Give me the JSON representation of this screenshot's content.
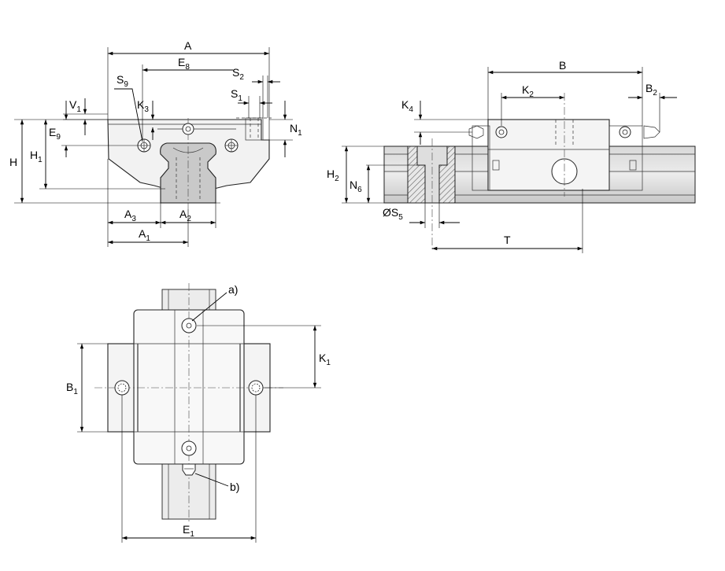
{
  "colors": {
    "line": "#222222",
    "rail_fill": "#cfcfcf",
    "carriage_fill": "#f2f2f2",
    "rail_light": "#e4e4e4",
    "hatch": "#666666"
  },
  "front_view": {
    "labels": {
      "A": "A",
      "E8": "E",
      "E8_sub": "8",
      "S9": "S",
      "S9_sub": "9",
      "K3": "K",
      "K3_sub": "3",
      "V1": "V",
      "V1_sub": "1",
      "E9": "E",
      "E9_sub": "9",
      "H": "H",
      "H1": "H",
      "H1_sub": "1",
      "S2": "S",
      "S2_sub": "2",
      "S1": "S",
      "S1_sub": "1",
      "N1": "N",
      "N1_sub": "1",
      "A3": "A",
      "A3_sub": "3",
      "A2": "A",
      "A2_sub": "2",
      "A1": "A",
      "A1_sub": "1"
    }
  },
  "side_view": {
    "labels": {
      "B": "B",
      "K2": "K",
      "K2_sub": "2",
      "B2": "B",
      "B2_sub": "2",
      "K4": "K",
      "K4_sub": "4",
      "H2": "H",
      "H2_sub": "2",
      "N6": "N",
      "N6_sub": "6",
      "S5": "ØS",
      "S5_sub": "5",
      "T": "T"
    }
  },
  "top_view": {
    "labels": {
      "a": "a)",
      "b": "b)",
      "K1": "K",
      "K1_sub": "1",
      "B1": "B",
      "B1_sub": "1",
      "E1": "E",
      "E1_sub": "1"
    }
  }
}
